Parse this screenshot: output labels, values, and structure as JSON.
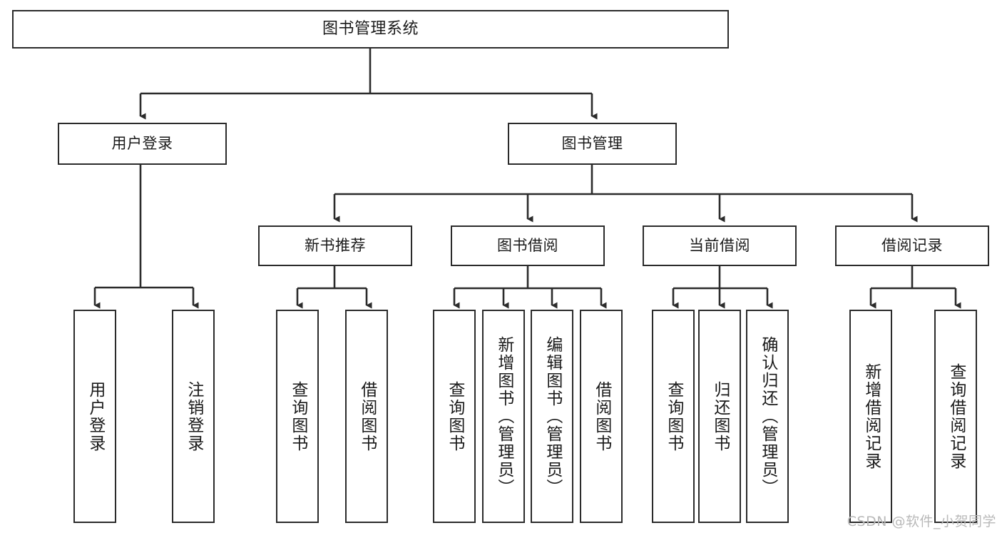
{
  "diagram": {
    "type": "tree",
    "title": "图书管理系统",
    "colors": {
      "stroke": "#2b2b2b",
      "fill": "#ffffff",
      "text": "#1a1a1a",
      "watermark": "#b9b9b9",
      "background": "#ffffff"
    },
    "nodes": {
      "root": {
        "label": "图书管理系统"
      },
      "level2": [
        {
          "label": "用户登录"
        },
        {
          "label": "图书管理"
        }
      ],
      "level3": [
        {
          "label": "新书推荐"
        },
        {
          "label": "图书借阅"
        },
        {
          "label": "当前借阅"
        },
        {
          "label": "借阅记录"
        }
      ],
      "leaves_login": [
        {
          "label": "用户登录"
        },
        {
          "label": "注销登录"
        }
      ],
      "leaves_newbook": [
        {
          "label": "查询图书"
        },
        {
          "label": "借阅图书"
        }
      ],
      "leaves_borrow": [
        {
          "label": "查询图书"
        },
        {
          "label": "新增图书（管理员）"
        },
        {
          "label": "编辑图书（管理员）"
        },
        {
          "label": "借阅图书"
        }
      ],
      "leaves_current": [
        {
          "label": "查询图书"
        },
        {
          "label": "归还图书"
        },
        {
          "label": "确认归还（管理员）"
        }
      ],
      "leaves_record": [
        {
          "label": "新增借阅记录"
        },
        {
          "label": "查询借阅记录"
        }
      ]
    },
    "watermark": "CSDN @软件_小贺同学"
  }
}
